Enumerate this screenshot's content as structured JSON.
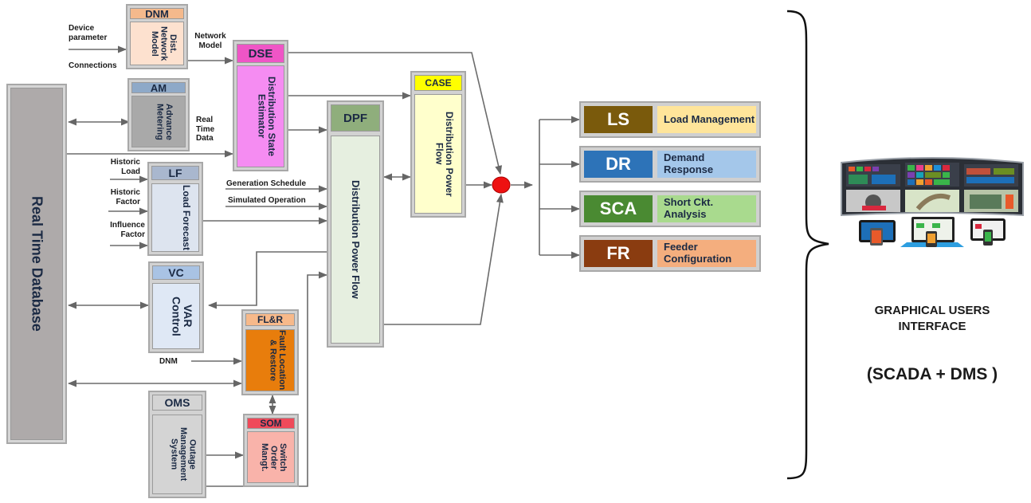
{
  "real_time_database": {
    "label": "Real Time Database"
  },
  "blocks": {
    "dnm": {
      "code": "DNM",
      "text": "Dist. Network Model",
      "header_color": "#f4b98c",
      "body_color": "#fde1cf"
    },
    "am": {
      "code": "AM",
      "text": "Advance Metering",
      "header_color": "#8ea9c8",
      "body_color": "#a9a9a9"
    },
    "dse": {
      "code": "DSE",
      "text": "Distribution State Estimator",
      "header_color": "#ef55c6",
      "body_color": "#f58cf2"
    },
    "lf": {
      "code": "LF",
      "text": "Load Forecast",
      "header_color": "#a9b7ce",
      "body_color": "#dde4ef"
    },
    "vc": {
      "code": "VC",
      "text": "VAR Control",
      "header_color": "#a9c3e4",
      "body_color": "#dfe8f5"
    },
    "dpf": {
      "code": "DPF",
      "text": "Distribution Power Flow",
      "header_color": "#8fae7c",
      "body_color": "#e6efe0"
    },
    "case": {
      "code": "CASE",
      "text": "Distribution Power Flow",
      "header_color": "#ffff00",
      "body_color": "#ffffcc"
    },
    "flr": {
      "code": "FL&R",
      "text": "Fault Location & Restore",
      "header_color": "#f7b98a",
      "body_color": "#e87d0c"
    },
    "oms": {
      "code": "OMS",
      "text": "Outage Management System",
      "header_color": "#d4d4d4",
      "body_color": "#d4d4d4"
    },
    "som": {
      "code": "SOM",
      "text": "Switch Order Mangt.",
      "header_color": "#ef4a5a",
      "body_color": "#f9b3aa"
    }
  },
  "labels": {
    "device_parameter": "Device parameter",
    "connections": "Connections",
    "network_model": "Network Model",
    "real_time_data": "Real Time Data",
    "historic_load": "Historic Load",
    "historic_factor": "Historic Factor",
    "influence_factor": "Influence Factor",
    "generation_schedule": "Generation Schedule",
    "simulated_operation": "Simulated Operation",
    "dnm_input": "DNM"
  },
  "applications": [
    {
      "code": "LS",
      "desc": "Load Management",
      "code_color": "#7a5a0c",
      "desc_color": "#ffe59a"
    },
    {
      "code": "DR",
      "desc": "Demand Response",
      "code_color": "#2d73b8",
      "desc_color": "#a4c7ea"
    },
    {
      "code": "SCA",
      "desc": "Short Ckt. Analysis",
      "code_color": "#4a8a32",
      "desc_color": "#a9da8e"
    },
    {
      "code": "FR",
      "desc": "Feeder Configuration",
      "code_color": "#8a3c10",
      "desc_color": "#f4ae7e"
    }
  ],
  "gui": {
    "title_line1": "GRAPHICAL USERS",
    "title_line2": "INTERFACE",
    "subtitle": "(SCADA + DMS )",
    "image": "monitor-wall-devices-icon"
  },
  "colors": {
    "junction": "#ee1111",
    "wire": "#6b6b6b"
  }
}
